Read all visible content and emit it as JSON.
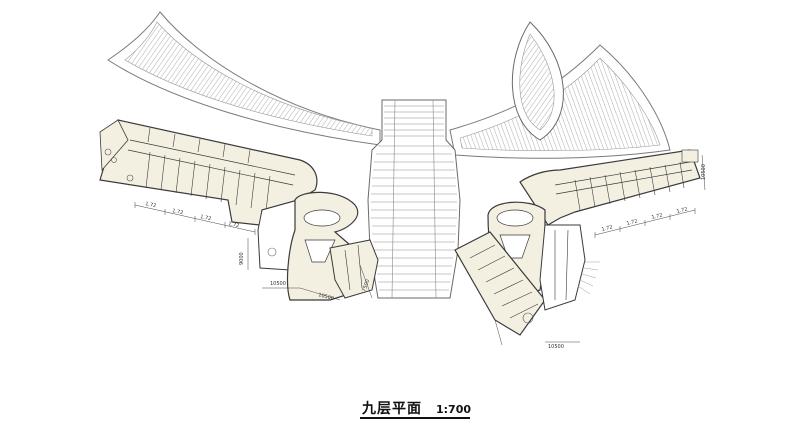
{
  "drawing": {
    "title": "九层平面",
    "scale": "1:700"
  },
  "dimensions": {
    "left_wing_bays": [
      "1.72",
      "1.72",
      "1.72",
      "1.72"
    ],
    "right_wing_bays": [
      "1.72",
      "1.72",
      "1.72",
      "1.72"
    ],
    "left_vertical": "9000",
    "left_bottom_a": "10500",
    "left_bottom_b": "10500",
    "left_diag": "7500",
    "right_bottom": "10500",
    "right_side": "10500"
  },
  "colors": {
    "floor_fill": "#f4f0e1",
    "line": "#4a4a4a",
    "roof_line": "#8a8a8a"
  }
}
